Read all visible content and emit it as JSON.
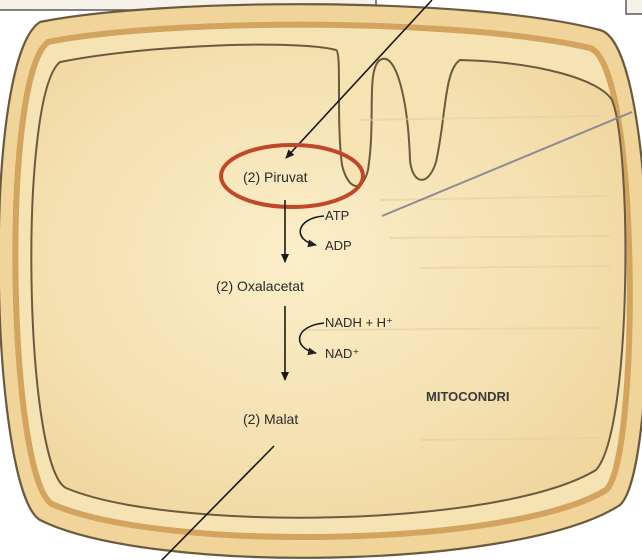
{
  "diagram": {
    "pathway": {
      "steps": [
        {
          "id": "piruvat",
          "label": "(2) Piruvat",
          "highlighted": true
        },
        {
          "id": "oxalacetat",
          "label": "(2) Oxalacetat"
        },
        {
          "id": "malat",
          "label": "(2) Malat"
        }
      ],
      "reactions": [
        {
          "from": "piruvat",
          "to": "oxalacetat",
          "cofactor_in": "ATP",
          "cofactor_out": "ADP"
        },
        {
          "from": "oxalacetat",
          "to": "malat",
          "cofactor_in": "NADH + H⁺",
          "cofactor_out": "NAD⁺"
        }
      ]
    },
    "compartment_label": "MITOCONDRI"
  },
  "colors": {
    "background": "#ffffff",
    "membrane_outer": "#f2d7a0",
    "membrane_edge": "#6b5a3e",
    "matrix": "#f7e7bf",
    "highlight_circle": "#c0472a",
    "arrow": "#1a1a1a",
    "pointer_line": "#8a8a92"
  }
}
